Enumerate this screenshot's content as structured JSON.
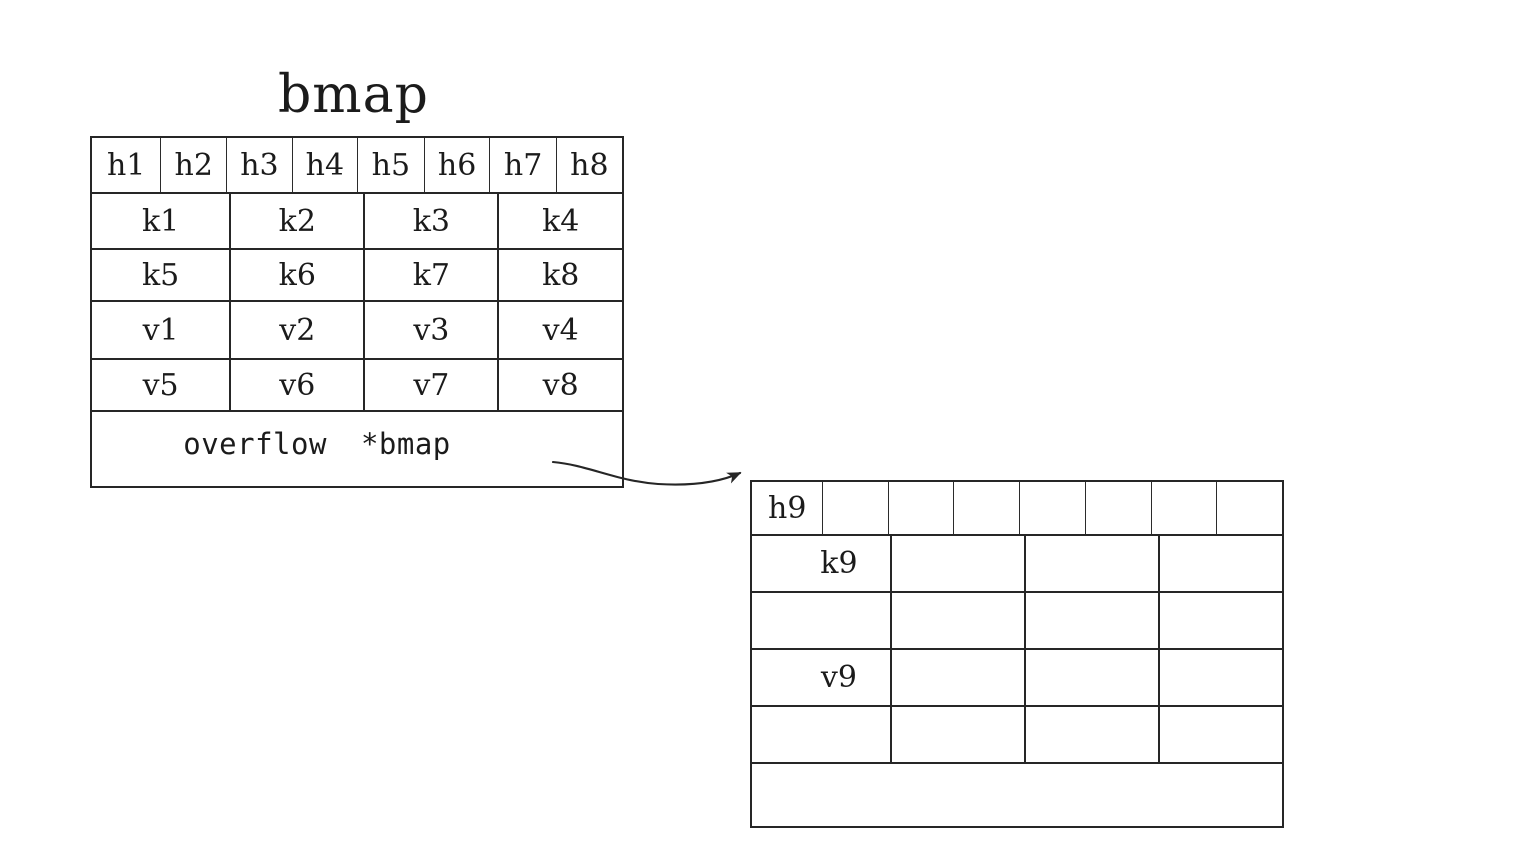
{
  "diagram": {
    "title": "bmap",
    "watermark": ""
  },
  "bmap": {
    "label": "bmap",
    "hash_row": {
      "name": "tophash",
      "cells": [
        "h1",
        "h2",
        "h3",
        "h4",
        "h5",
        "h6",
        "h7",
        "h8"
      ]
    },
    "key_rows": [
      {
        "cells": [
          "k1",
          "k2",
          "k3",
          "k4"
        ]
      },
      {
        "cells": [
          "k5",
          "k6",
          "k7",
          "k8"
        ]
      }
    ],
    "value_rows": [
      {
        "cells": [
          "v1",
          "v2",
          "v3",
          "v4"
        ]
      },
      {
        "cells": [
          "v5",
          "v6",
          "v7",
          "v8"
        ]
      }
    ],
    "overflow_row": {
      "label": "overflow",
      "pointer": "*bmap"
    }
  },
  "overflow_bucket": {
    "hash_row": {
      "cells": [
        "h9",
        "",
        "",
        "",
        "",
        "",
        "",
        ""
      ]
    },
    "key_rows": [
      {
        "cells": [
          "k9",
          "",
          "",
          ""
        ]
      },
      {
        "cells": [
          "",
          "",
          "",
          ""
        ]
      }
    ],
    "value_rows": [
      {
        "cells": [
          "v9",
          "",
          "",
          ""
        ]
      },
      {
        "cells": [
          "",
          "",
          "",
          ""
        ]
      }
    ],
    "overflow_row": {
      "label": ""
    }
  },
  "arrow": {
    "name": "overflow-pointer-arrow",
    "from": "bmap.overflow",
    "to": "overflow_bucket"
  },
  "colors": {
    "stroke": "#262626",
    "text": "#1b1b1b",
    "background": "#ffffff"
  }
}
